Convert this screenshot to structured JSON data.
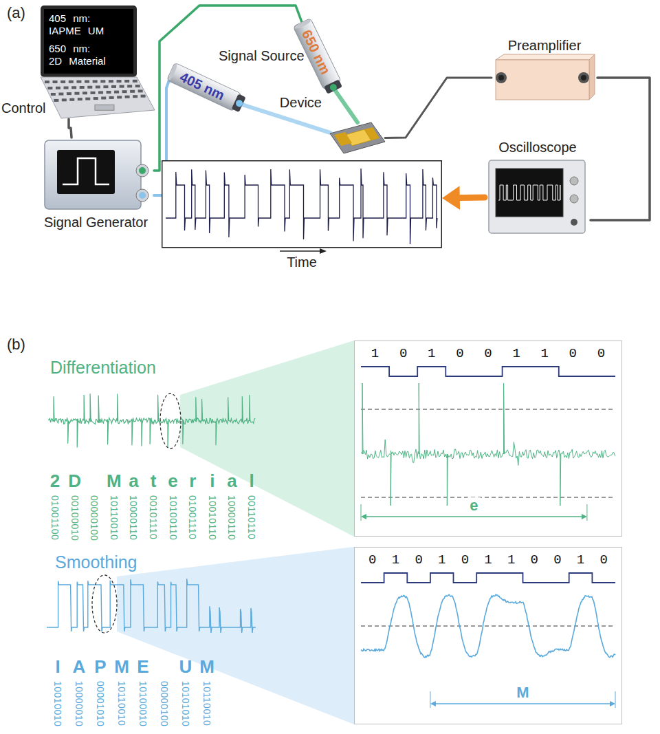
{
  "diagram": {
    "nodes": [
      {
        "text": [
          "405 nm: IAPME UM",
          "650 nm: 2D Material"
        ]
      },
      {
        "text": [
          "Signal Generator"
        ]
      },
      {
        "text": [
          "405 nm"
        ]
      },
      {
        "text": [
          "650 nm"
        ]
      },
      {
        "text": [
          "Device"
        ]
      },
      {
        "text": [
          "Preamplifier"
        ]
      },
      {
        "text": [
          "Oscilloscope"
        ]
      },
      {
        "text": [
          "Time"
        ]
      },
      {
        "text": [
          "1 0 1 0 0 1 1 0 0",
          "e"
        ]
      },
      {
        "text": [
          "0 1 0 1 0 1 1 0 0 1 0",
          "M"
        ]
      }
    ],
    "edges": [
      {
        "from": 0,
        "to": 1,
        "arrow": "none"
      },
      {
        "from": 1,
        "to": 3,
        "arrow": "none"
      },
      {
        "from": 1,
        "to": 2,
        "arrow": "none"
      },
      {
        "from": 2,
        "to": 4,
        "arrow": "none"
      },
      {
        "from": 3,
        "to": 4,
        "arrow": "none"
      },
      {
        "from": 4,
        "to": 5,
        "arrow": "none"
      },
      {
        "from": 5,
        "to": 6,
        "arrow": "none"
      },
      {
        "from": 6,
        "to": 7,
        "arrow": "to"
      }
    ],
    "labels": [
      "(a)",
      "Control",
      "Signal Source",
      "(b)",
      "Differentiation",
      "2",
      "D",
      "M",
      "a",
      "t",
      "e",
      "r",
      "i",
      "a",
      "l",
      "01001100",
      "00100010",
      "00000100",
      "10110010",
      "10000110",
      "00101110",
      "10100110",
      "01001110",
      "10010110",
      "10000110",
      "00110110",
      "Smoothing",
      "I",
      "A",
      "P",
      "M",
      "E",
      "U",
      "M",
      "10010010",
      "10000010",
      "00001010",
      "10110010",
      "10100010",
      "00000100",
      "10101010",
      "10110010"
    ]
  }
}
